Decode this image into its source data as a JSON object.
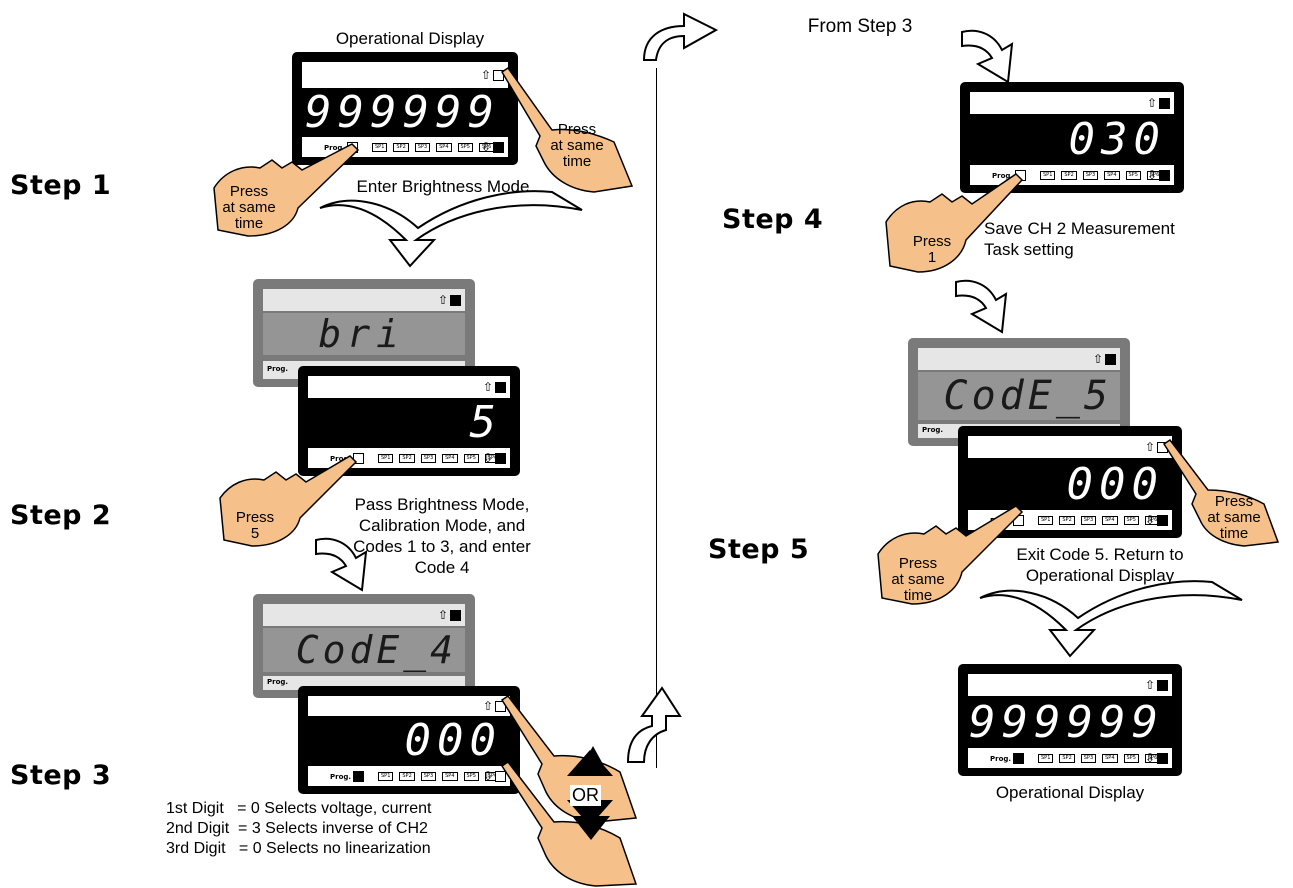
{
  "steps": {
    "s1": "Step 1",
    "s2": "Step 2",
    "s3": "Step 3",
    "s4": "Step 4",
    "s5": "Step 5"
  },
  "captions": {
    "operational_top": "Operational Display",
    "enter_brightness": "Enter Brightness Mode",
    "pass_brightness": "Pass Brightness Mode,\nCalibration Mode, and\nCodes 1 to 3, and enter\nCode 4",
    "from_step3": "From Step 3",
    "save_ch2": "Save CH 2 Measurement\nTask setting",
    "exit_code5": "Exit Code 5. Return to\nOperational Display",
    "operational_bottom": "Operational Display"
  },
  "digit_notes": [
    "1st Digit   = 0 Selects voltage, current",
    "2nd Digit  = 3 Selects inverse of CH2",
    "3rd Digit   = 0 Selects no linearization"
  ],
  "displays": {
    "d1": "999999",
    "d2": "bri",
    "d3": "5",
    "d4": "CodE_4",
    "d5": "000",
    "d6": "030",
    "d7": "CodE_5",
    "d8": "000",
    "d9": "999999"
  },
  "panel": {
    "prog": "Prog.",
    "up": "⇧",
    "down": "⇩",
    "sp_labels": [
      "SP1",
      "SP2",
      "SP3",
      "SP4",
      "SP5",
      "SP6"
    ]
  },
  "hands": {
    "press_same_time": "Press\nat same\ntime",
    "press5": "Press\n5",
    "press1": "Press\n1",
    "or": "OR"
  }
}
